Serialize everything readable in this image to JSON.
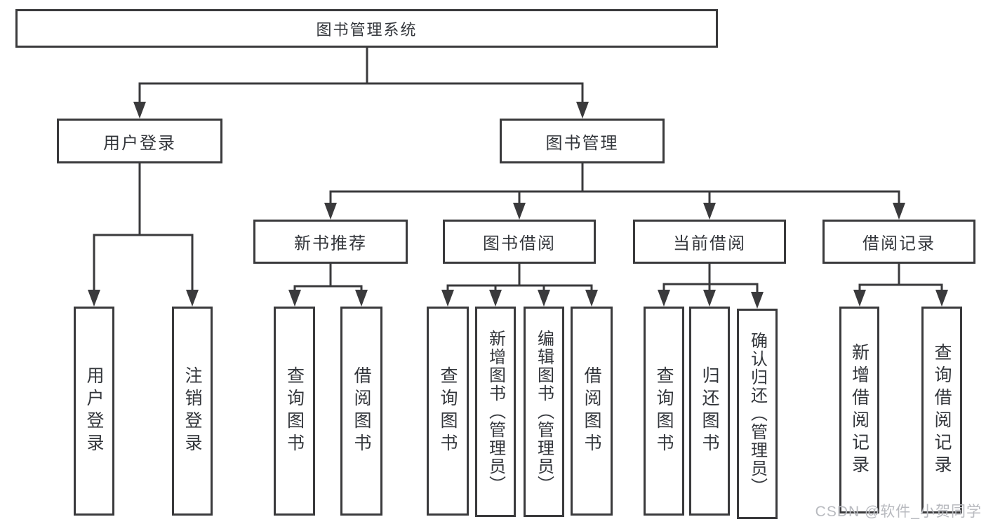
{
  "colors": {
    "line": "#3a3a3c",
    "text": "#33363b",
    "background": "#ffffff",
    "watermark": "#b8babf"
  },
  "watermark": {
    "text": "CSDN @软件_小贺同学"
  },
  "tree": {
    "root": {
      "label": "图书管理系统",
      "children": [
        {
          "label": "用户登录",
          "children": [
            {
              "label": "用户登录"
            },
            {
              "label": "注销登录"
            }
          ]
        },
        {
          "label": "图书管理",
          "children": [
            {
              "label": "新书推荐",
              "children": [
                {
                  "label": "查询图书"
                },
                {
                  "label": "借阅图书"
                }
              ]
            },
            {
              "label": "图书借阅",
              "children": [
                {
                  "label": "查询图书"
                },
                {
                  "label": "新增图书（管理员）"
                },
                {
                  "label": "编辑图书（管理员）"
                },
                {
                  "label": "借阅图书"
                }
              ]
            },
            {
              "label": "当前借阅",
              "children": [
                {
                  "label": "查询图书"
                },
                {
                  "label": "归还图书"
                },
                {
                  "label": "确认归还（管理员）"
                }
              ]
            },
            {
              "label": "借阅记录",
              "children": [
                {
                  "label": "新增借阅记录"
                },
                {
                  "label": "查询借阅记录"
                }
              ]
            }
          ]
        }
      ]
    }
  }
}
